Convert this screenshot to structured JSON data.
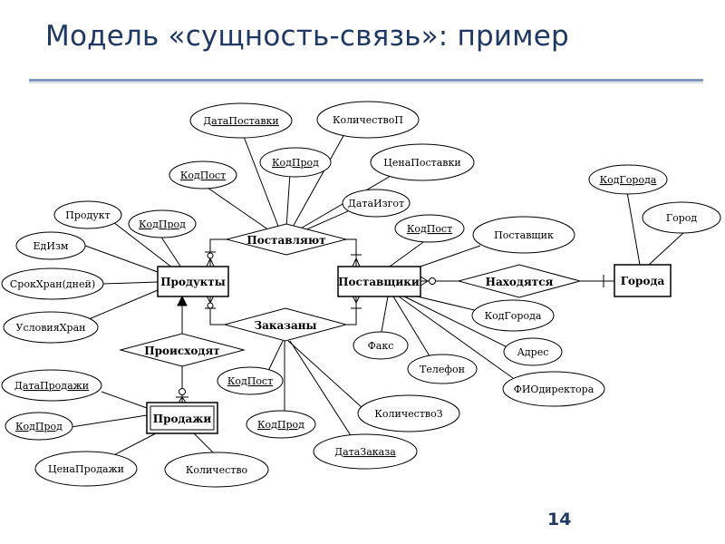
{
  "title": "Модель «сущность-связь»: пример",
  "page_number": "14",
  "entities": {
    "products": "Продукты",
    "suppliers": "Поставщики",
    "cities": "Города",
    "sales": "Продажи"
  },
  "relationships": {
    "supply": "Поставляют",
    "located": "Находятся",
    "ordered": "Заказаны",
    "occur": "Происходят"
  },
  "attributes": {
    "data_postavki": "ДатаПоставки",
    "kolichestvo_p": "КоличествоП",
    "kod_post_top": "КодПост",
    "kod_prod_top": "КодПрод",
    "cena_postavki": "ЦенаПоставки",
    "data_izgot": "ДатаИзгот",
    "produkt": "Продукт",
    "kod_prod_products": "КодПрод",
    "ed_izm": "ЕдИзм",
    "srok_hran": "СрокХран(дней)",
    "usloviya_hran": "УсловияХран",
    "kod_post_suppliers": "КодПост",
    "postavschik": "Поставщик",
    "kod_goroda_cities": "КодГорода",
    "gorod": "Город",
    "kod_goroda_suppliers": "КодГорода",
    "adres": "Адрес",
    "fio_direktora": "ФИОдиректора",
    "telefon": "Телефон",
    "faks": "Факс",
    "kod_post_orders": "КодПост",
    "kod_prod_orders": "КодПрод",
    "kolichestvo_z": "КоличествоЗ",
    "data_zakaza": "ДатаЗаказа",
    "data_prodazhi": "ДатаПродажи",
    "kod_prod_sales": "КодПрод",
    "cena_prodazhi": "ЦенаПродажи",
    "kolichestvo": "Количество"
  }
}
